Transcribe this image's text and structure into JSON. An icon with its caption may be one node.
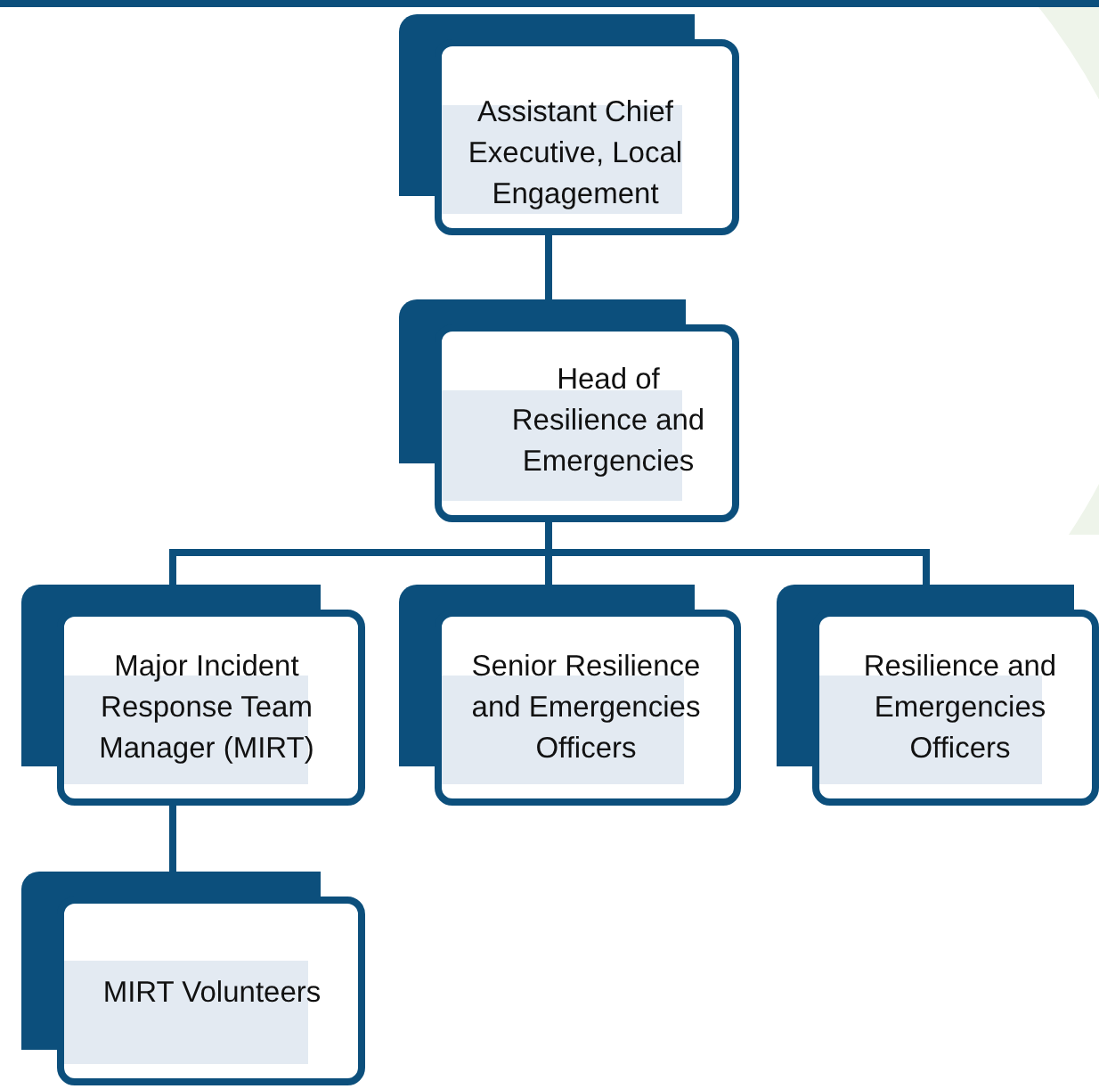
{
  "diagram": {
    "nodes": [
      {
        "text": [
          "Assistant Chief Executive, Local Engagement"
        ]
      },
      {
        "text": [
          "Head of Resilience and Emergencies"
        ]
      },
      {
        "text": [
          "Major Incident Response Team Manager (MIRT)"
        ]
      },
      {
        "text": [
          "Senior Resilience and Emergencies Officers"
        ]
      },
      {
        "text": [
          "Resilience and Emergencies Officers"
        ]
      },
      {
        "text": [
          "MIRT Volunteers"
        ]
      }
    ],
    "edges": [
      {
        "from": 0,
        "to": 1,
        "arrow": "none"
      },
      {
        "from": 1,
        "to": 2,
        "arrow": "none"
      },
      {
        "from": 1,
        "to": 3,
        "arrow": "none"
      },
      {
        "from": 1,
        "to": 4,
        "arrow": "none"
      },
      {
        "from": 2,
        "to": 5,
        "arrow": "none"
      }
    ]
  }
}
